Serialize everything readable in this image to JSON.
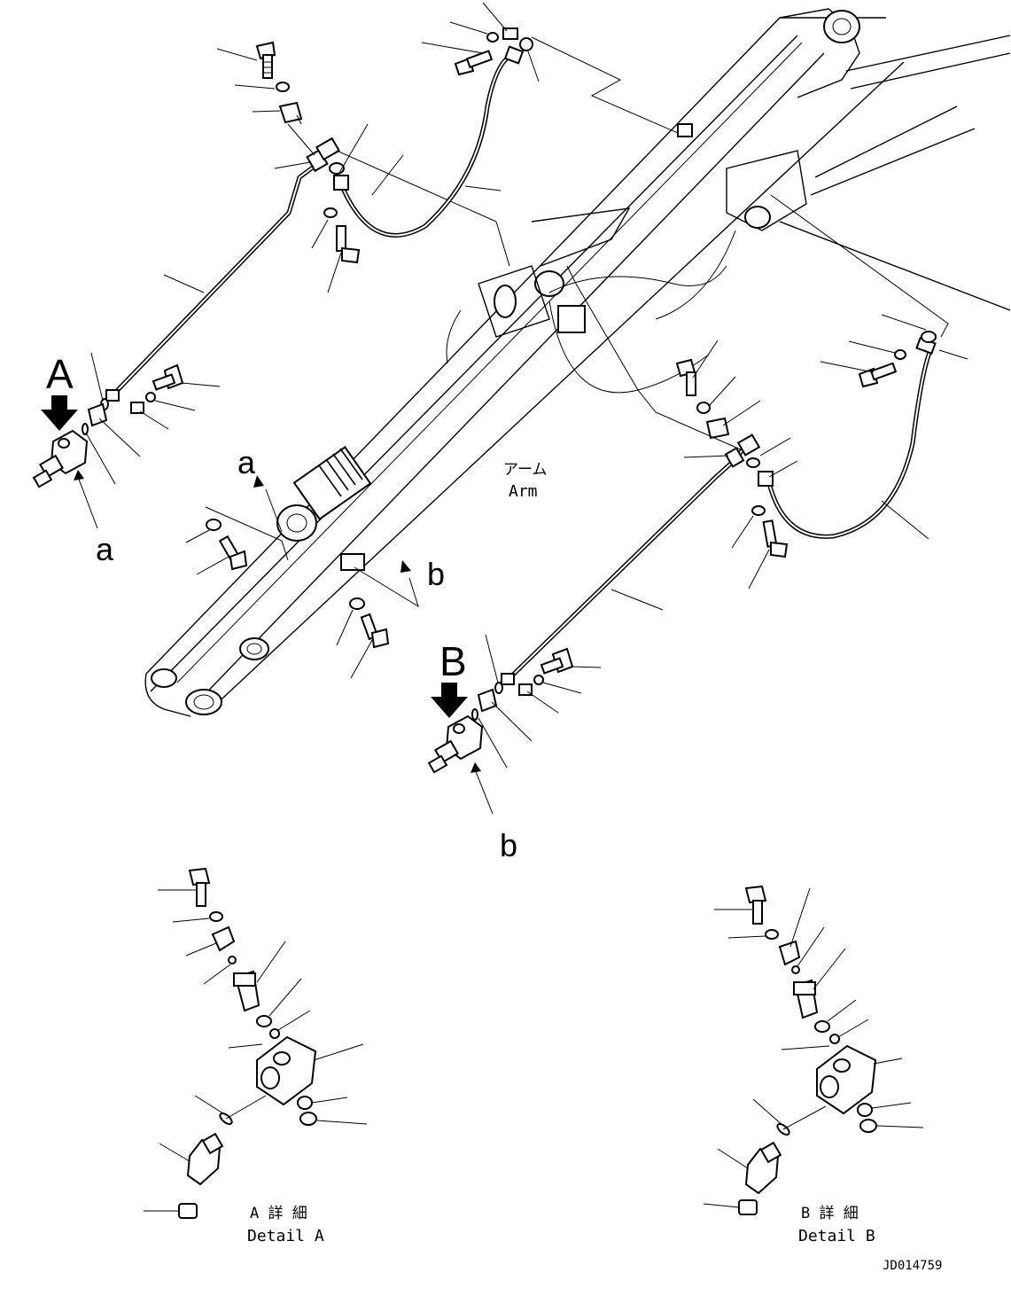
{
  "diagram": {
    "view_markers": {
      "a": "A",
      "b": "B"
    },
    "refs": {
      "a": "a",
      "b": "b"
    },
    "arm_label_jp": "アーム",
    "arm_label_en": "Arm",
    "detail_a_jp": "A 詳 細",
    "detail_a_en": "Detail A",
    "detail_b_jp": "B 詳 細",
    "detail_b_en": "Detail B",
    "drawing_no": "JD014759"
  }
}
